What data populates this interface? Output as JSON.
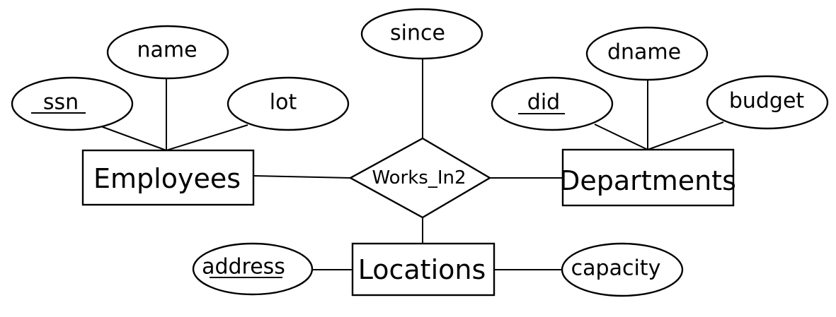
{
  "diagram": {
    "entities": {
      "employees": "Employees",
      "departments": "Departments",
      "locations": "Locations"
    },
    "relationship": "Works_In2",
    "attributes": {
      "ssn": "ssn",
      "name": "name",
      "lot": "lot",
      "since": "since",
      "did": "did",
      "dname": "dname",
      "budget": "budget",
      "address": "address",
      "capacity": "capacity"
    }
  }
}
